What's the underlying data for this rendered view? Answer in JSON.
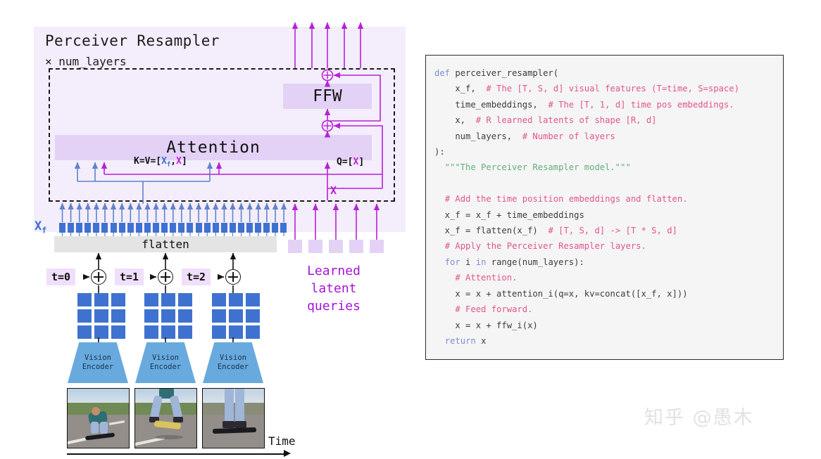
{
  "diagram": {
    "panel_title": "Perceiver Resampler",
    "num_layers_label": "× num_layers",
    "ffw_label": "FFW",
    "attention_label": "Attention",
    "kv_label_parts": {
      "prefix": "K=V=[",
      "first": "X",
      "first_sub": "f",
      "comma": ",",
      "second": "X",
      "suffix": "]"
    },
    "q_label_parts": {
      "prefix": "Q=[",
      "var": "X",
      "suffix": "]"
    },
    "x_latent_label": "X",
    "xf_label": "X",
    "xf_label_sub": "f",
    "flatten_label": "flatten",
    "latent_caption": "Learned latent queries",
    "time_chips": [
      "t=0",
      "t=1",
      "t=2"
    ],
    "vision_encoder_line1": "Vision",
    "vision_encoder_line2": "Encoder",
    "time_axis_label": "Time",
    "xf_token_count": 27,
    "latent_query_count": 5,
    "output_arrow_count": 5,
    "patches_per_frame": 9,
    "frame_count": 3,
    "colors": {
      "panel_bg": "#f4edfb",
      "block_bg": "#e3d2f6",
      "magenta": "#b521d6",
      "blue": "#3f72d0",
      "encoder_blue": "#68aade",
      "flatten_bg": "#e4e4e4",
      "chip_bg": "#f0dffb"
    }
  },
  "code": {
    "language": "python",
    "lines": [
      [
        {
          "t": "def ",
          "c": "kw"
        },
        {
          "t": "perceiver_resampler(",
          "c": "tx"
        }
      ],
      [
        {
          "t": "    x_f,  ",
          "c": "tx"
        },
        {
          "t": "# The [T, S, d] visual features (T=time, S=space)",
          "c": "cm"
        }
      ],
      [
        {
          "t": "    time_embeddings,  ",
          "c": "tx"
        },
        {
          "t": "# The [T, 1, d] time pos embeddings.",
          "c": "cm"
        }
      ],
      [
        {
          "t": "    x,  ",
          "c": "tx"
        },
        {
          "t": "# R learned latents of shape [R, d]",
          "c": "cm"
        }
      ],
      [
        {
          "t": "    num_layers,  ",
          "c": "tx"
        },
        {
          "t": "# Number of layers",
          "c": "cm"
        }
      ],
      [
        {
          "t": "):",
          "c": "tx"
        }
      ],
      [
        {
          "t": "  \"\"\"The Perceiver Resampler model.\"\"\"",
          "c": "st"
        }
      ],
      [
        {
          "t": "",
          "c": "tx"
        }
      ],
      [
        {
          "t": "  ",
          "c": "tx"
        },
        {
          "t": "# Add the time position embeddings and flatten.",
          "c": "cm"
        }
      ],
      [
        {
          "t": "  x_f = x_f + time_embeddings",
          "c": "tx"
        }
      ],
      [
        {
          "t": "  x_f = flatten(x_f)  ",
          "c": "tx"
        },
        {
          "t": "# [T, S, d] -> [T * S, d]",
          "c": "cm"
        }
      ],
      [
        {
          "t": "  ",
          "c": "tx"
        },
        {
          "t": "# Apply the Perceiver Resampler layers.",
          "c": "cm"
        }
      ],
      [
        {
          "t": "  ",
          "c": "tx"
        },
        {
          "t": "for ",
          "c": "kw"
        },
        {
          "t": "i ",
          "c": "tx"
        },
        {
          "t": "in ",
          "c": "kw"
        },
        {
          "t": "range(num_layers):",
          "c": "tx"
        }
      ],
      [
        {
          "t": "    ",
          "c": "tx"
        },
        {
          "t": "# Attention.",
          "c": "cm"
        }
      ],
      [
        {
          "t": "    x = x + attention_i(q=x, kv=concat([x_f, x]))",
          "c": "tx"
        }
      ],
      [
        {
          "t": "    ",
          "c": "tx"
        },
        {
          "t": "# Feed forward.",
          "c": "cm"
        }
      ],
      [
        {
          "t": "    x = x + ffw_i(x)",
          "c": "tx"
        }
      ],
      [
        {
          "t": "  ",
          "c": "tx"
        },
        {
          "t": "return ",
          "c": "kw"
        },
        {
          "t": "x",
          "c": "tx"
        }
      ]
    ]
  },
  "watermark": {
    "text": "知乎 @愚木"
  }
}
